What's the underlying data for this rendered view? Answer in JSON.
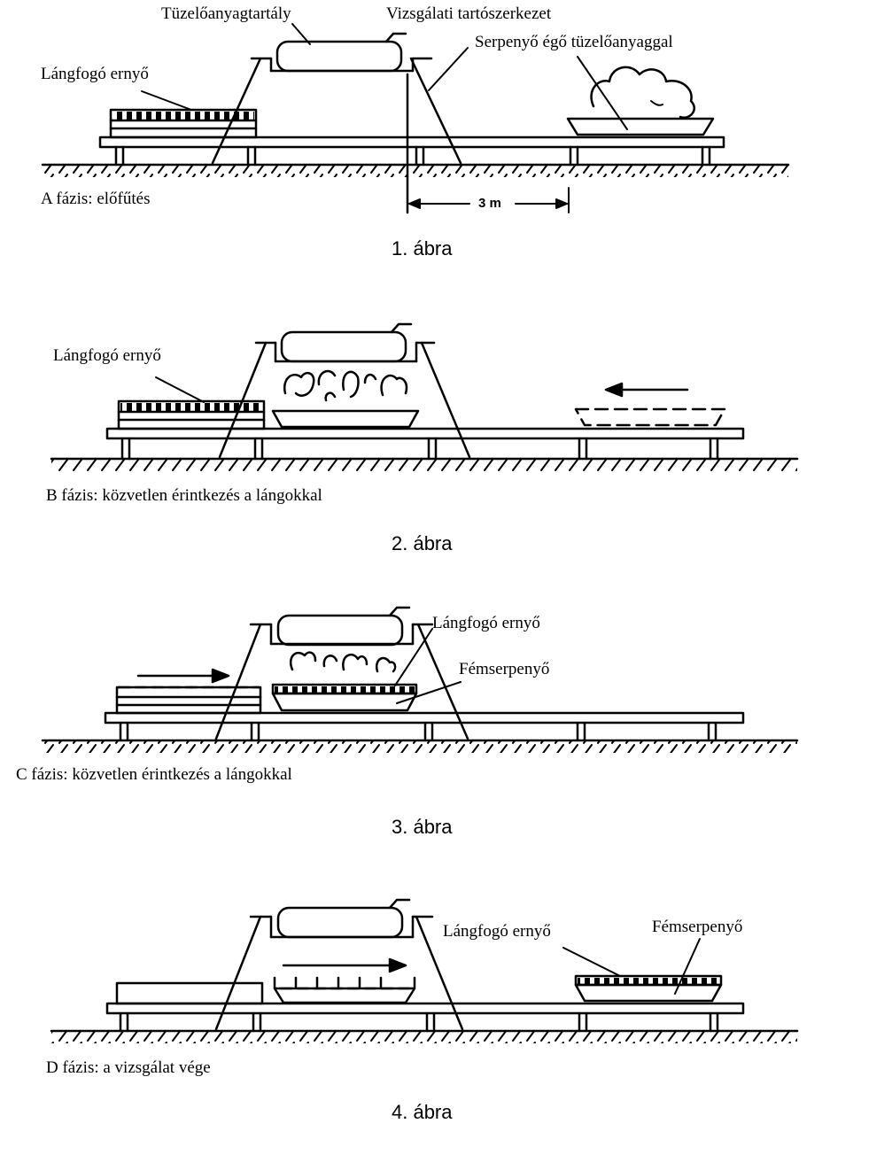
{
  "figures": [
    {
      "caption": "1. ábra",
      "phase": "A fázis: előfűtés",
      "labels": {
        "fuel_tank": "Tüzelőanyagtartály",
        "test_frame": "Vizsgálati tartószerkezet",
        "burning_pan": "Serpenyő égő tüzelőanyaggal",
        "screen": "Lángfogó ernyő"
      },
      "dimension": "3 m"
    },
    {
      "caption": "2. ábra",
      "phase": "B fázis: közvetlen érintkezés a lángokkal",
      "labels": {
        "screen": "Lángfogó ernyő"
      }
    },
    {
      "caption": "3. ábra",
      "phase": "C fázis: közvetlen érintkezés a lángokkal",
      "labels": {
        "screen": "Lángfogó ernyő",
        "metal_pan": "Fémserpenyő"
      }
    },
    {
      "caption": "4. ábra",
      "phase": "D fázis: a vizsgálat vége",
      "labels": {
        "screen": "Lángfogó ernyő",
        "metal_pan": "Fémserpenyő"
      }
    }
  ]
}
